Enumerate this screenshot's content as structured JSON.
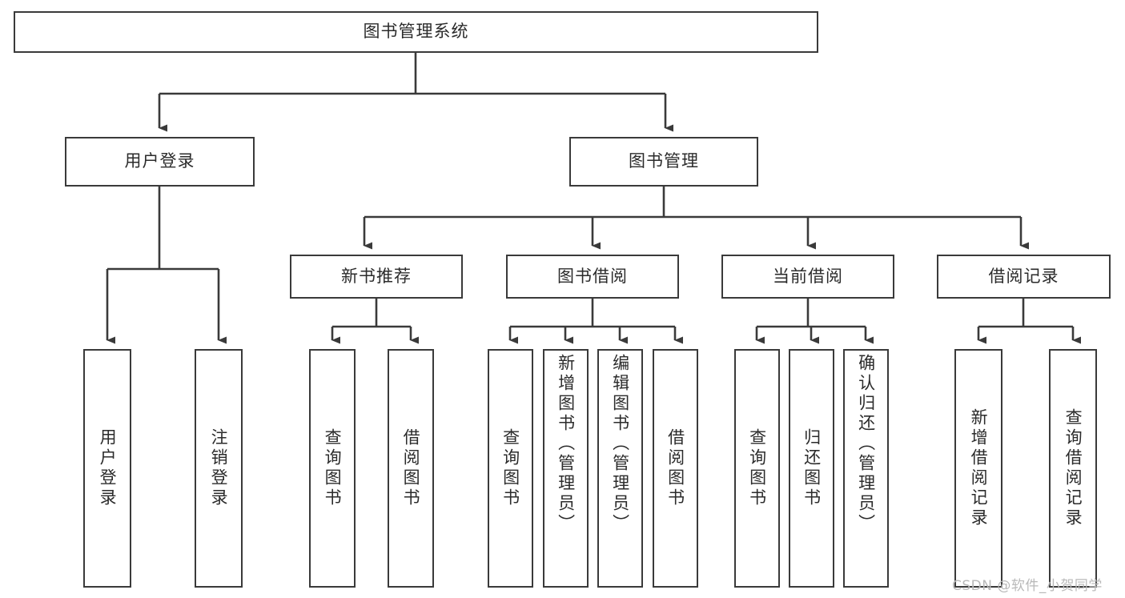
{
  "diagram": {
    "title": "图书管理系统",
    "watermark": "CSDN @软件_小贺同学",
    "levels": {
      "level2": [
        {
          "label": "用户登录"
        },
        {
          "label": "图书管理"
        }
      ],
      "level3": [
        {
          "label": "新书推荐"
        },
        {
          "label": "图书借阅"
        },
        {
          "label": "当前借阅"
        },
        {
          "label": "借阅记录"
        }
      ],
      "leaves": [
        {
          "label": "用户登录"
        },
        {
          "label": "注销登录"
        },
        {
          "label": "查询图书"
        },
        {
          "label": "借阅图书"
        },
        {
          "label": "查询图书"
        },
        {
          "label": "新增图书（管理员）"
        },
        {
          "label": "编辑图书（管理员）"
        },
        {
          "label": "借阅图书"
        },
        {
          "label": "查询图书"
        },
        {
          "label": "归还图书"
        },
        {
          "label": "确认归还（管理员）"
        },
        {
          "label": "新增借阅记录"
        },
        {
          "label": "查询借阅记录"
        }
      ]
    },
    "colors": {
      "stroke": "#3a3a3a",
      "text": "#2b2b2b",
      "background": "#ffffff",
      "watermark": "#b9b9b9"
    }
  }
}
